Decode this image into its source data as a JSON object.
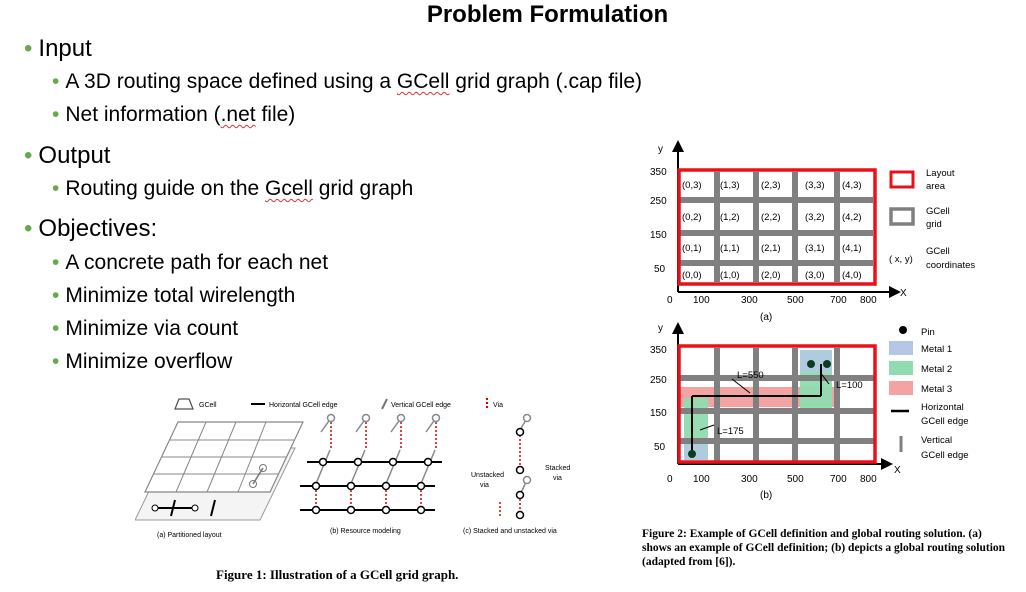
{
  "title": "Problem Formulation",
  "bullets": {
    "input": "Input",
    "input_1a": "A 3D routing space defined using a ",
    "input_1b": "GCell",
    "input_1c": " grid graph (.cap file)",
    "input_2a": "Net information (",
    "input_2b": ".net",
    "input_2c": " file)",
    "output": "Output",
    "output_1a": "Routing guide on the ",
    "output_1b": "Gcell",
    "output_1c": " grid graph",
    "objectives": "Objectives:",
    "obj_1": "A concrete path for each net",
    "obj_2": "Minimize total wirelength",
    "obj_3": "Minimize via count",
    "obj_4": "Minimize overflow"
  },
  "figure1": {
    "legend_gcell": "GCell",
    "legend_h": "Horizontal GCell edge",
    "legend_v": "Vertical GCell edge",
    "legend_via": "Via",
    "sub_a": "(a) Partitioned layout",
    "sub_b": "(b) Resource modeling",
    "sub_c": "(c) Stacked and unstacked via",
    "unstacked_1": "Unstacked",
    "unstacked_2": "via",
    "stacked_1": "Stacked",
    "stacked_2": "via",
    "caption": "Figure 1: Illustration of a GCell grid graph."
  },
  "figure2": {
    "y_label": "y",
    "x_label": "X",
    "yticks": [
      "350",
      "250",
      "150",
      "50"
    ],
    "xticks": [
      "0",
      "100",
      "300",
      "500",
      "700",
      "800"
    ],
    "coords": [
      [
        "(0,3)",
        "(1,3)",
        "(2,3)",
        "(3,3)",
        "(4,3)"
      ],
      [
        "(0,2)",
        "(1,2)",
        "(2,2)",
        "(3,2)",
        "(4,2)"
      ],
      [
        "(0,1)",
        "(1,1)",
        "(2,1)",
        "(3,1)",
        "(4,1)"
      ],
      [
        "(0,0)",
        "(1,0)",
        "(2,0)",
        "(3,0)",
        "(4,0)"
      ]
    ],
    "sub_a": "(a)",
    "sub_b": "(b)",
    "legend_a": {
      "layout_1": "Layout",
      "layout_2": "area",
      "gcell_1": "GCell",
      "gcell_2": "grid",
      "xy": "( x, y)",
      "coord_1": "GCell",
      "coord_2": "coordinates"
    },
    "legend_b": {
      "pin": "Pin",
      "m1": "Metal 1",
      "m2": "Metal 2",
      "m3": "Metal 3",
      "h_1": "Horizontal",
      "h_2": "GCell edge",
      "v_1": "Vertical",
      "v_2": "GCell edge"
    },
    "labels": {
      "l550": "L=550",
      "l100": "L=100",
      "l175": "L=175"
    },
    "colors": {
      "layout": "#e8101a",
      "grid": "#808080",
      "metal1": "#b4c7e7",
      "metal2": "#8fdcb0",
      "metal3": "#f4a3a3",
      "pin": "#0d3b22"
    },
    "caption": "Figure 2: Example of GCell definition and global routing solution. (a) shows an example of GCell definition; (b) depicts a global routing solution (adapted from [6])."
  }
}
